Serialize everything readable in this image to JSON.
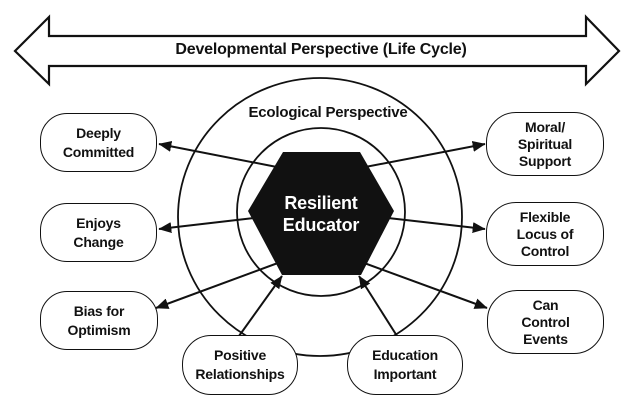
{
  "figure": {
    "background": "#ffffff",
    "ink": "#111111"
  },
  "top_arrow": {
    "label": "Developmental Perspective (Life Cycle)"
  },
  "circles": {
    "outer_label": "Ecological Perspective"
  },
  "hexagon": {
    "fill": "#111111",
    "text_color": "#ffffff",
    "lines": [
      "Resilient",
      "Educator"
    ]
  },
  "nodes": {
    "deeply_committed": {
      "lines": [
        "Deeply",
        "Committed"
      ]
    },
    "enjoys_change": {
      "lines": [
        "Enjoys",
        "Change"
      ]
    },
    "bias_for_optimism": {
      "lines": [
        "Bias for",
        "Optimism"
      ]
    },
    "moral_spiritual_support": {
      "lines": [
        "Moral/",
        "Spiritual",
        "Support"
      ]
    },
    "flexible_locus_of_control": {
      "lines": [
        "Flexible",
        "Locus of",
        "Control"
      ]
    },
    "can_control_events": {
      "lines": [
        "Can",
        "Control",
        "Events"
      ]
    },
    "positive_relationships": {
      "lines": [
        "Positive",
        "Relationships"
      ]
    },
    "education_important": {
      "lines": [
        "Education",
        "Important"
      ]
    }
  }
}
